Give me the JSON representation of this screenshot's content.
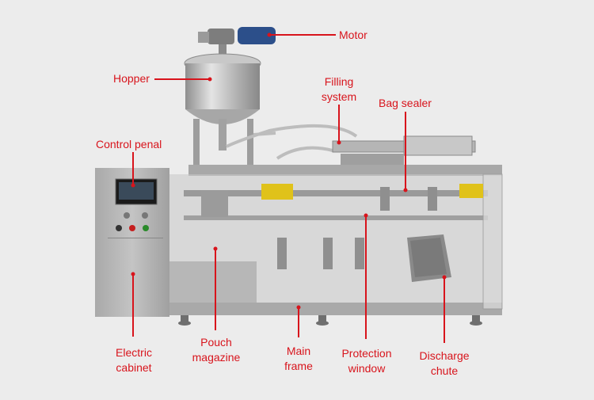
{
  "labels": {
    "motor": "Motor",
    "hopper": "Hopper",
    "filling_system": [
      "Filling",
      "system"
    ],
    "bag_sealer": "Bag sealer",
    "control_panel": "Control penal",
    "electric_cabinet": [
      "Electric",
      "cabinet"
    ],
    "pouch_magazine": [
      "Pouch",
      "magazine"
    ],
    "main_frame": [
      "Main",
      "frame"
    ],
    "protection_window": [
      "Protection",
      "window"
    ],
    "discharge_chute": [
      "Discharge",
      "chute"
    ]
  },
  "colors": {
    "background": "#ececec",
    "accent": "#d8141c",
    "motor_blue": "#2c4f8a",
    "steel": "#bcbcbc"
  }
}
